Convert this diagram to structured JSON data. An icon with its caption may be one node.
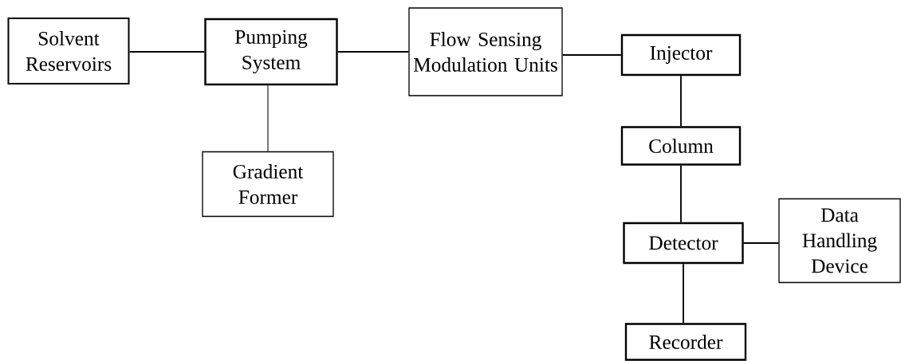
{
  "diagram": {
    "nodes": [
      {
        "text": [
          "Solvent Reservoirs"
        ]
      },
      {
        "text": [
          "Pumping System"
        ]
      },
      {
        "text": [
          "Flow Sensing Modulation Units"
        ]
      },
      {
        "text": [
          "Injector"
        ]
      },
      {
        "text": [
          "Gradient Former"
        ]
      },
      {
        "text": [
          "Column"
        ]
      },
      {
        "text": [
          "Detector"
        ]
      },
      {
        "text": [
          "Data Handling Device"
        ]
      },
      {
        "text": [
          "Recorder"
        ]
      }
    ],
    "edges": [
      {
        "from": 0,
        "to": 1,
        "arrow": "none"
      },
      {
        "from": 1,
        "to": 2,
        "arrow": "none"
      },
      {
        "from": 1,
        "to": 4,
        "arrow": "none"
      },
      {
        "from": 2,
        "to": 3,
        "arrow": "none"
      },
      {
        "from": 3,
        "to": 5,
        "arrow": "none"
      },
      {
        "from": 5,
        "to": 6,
        "arrow": "none"
      },
      {
        "from": 6,
        "to": 7,
        "arrow": "none"
      },
      {
        "from": 6,
        "to": 8,
        "arrow": "none"
      }
    ]
  }
}
